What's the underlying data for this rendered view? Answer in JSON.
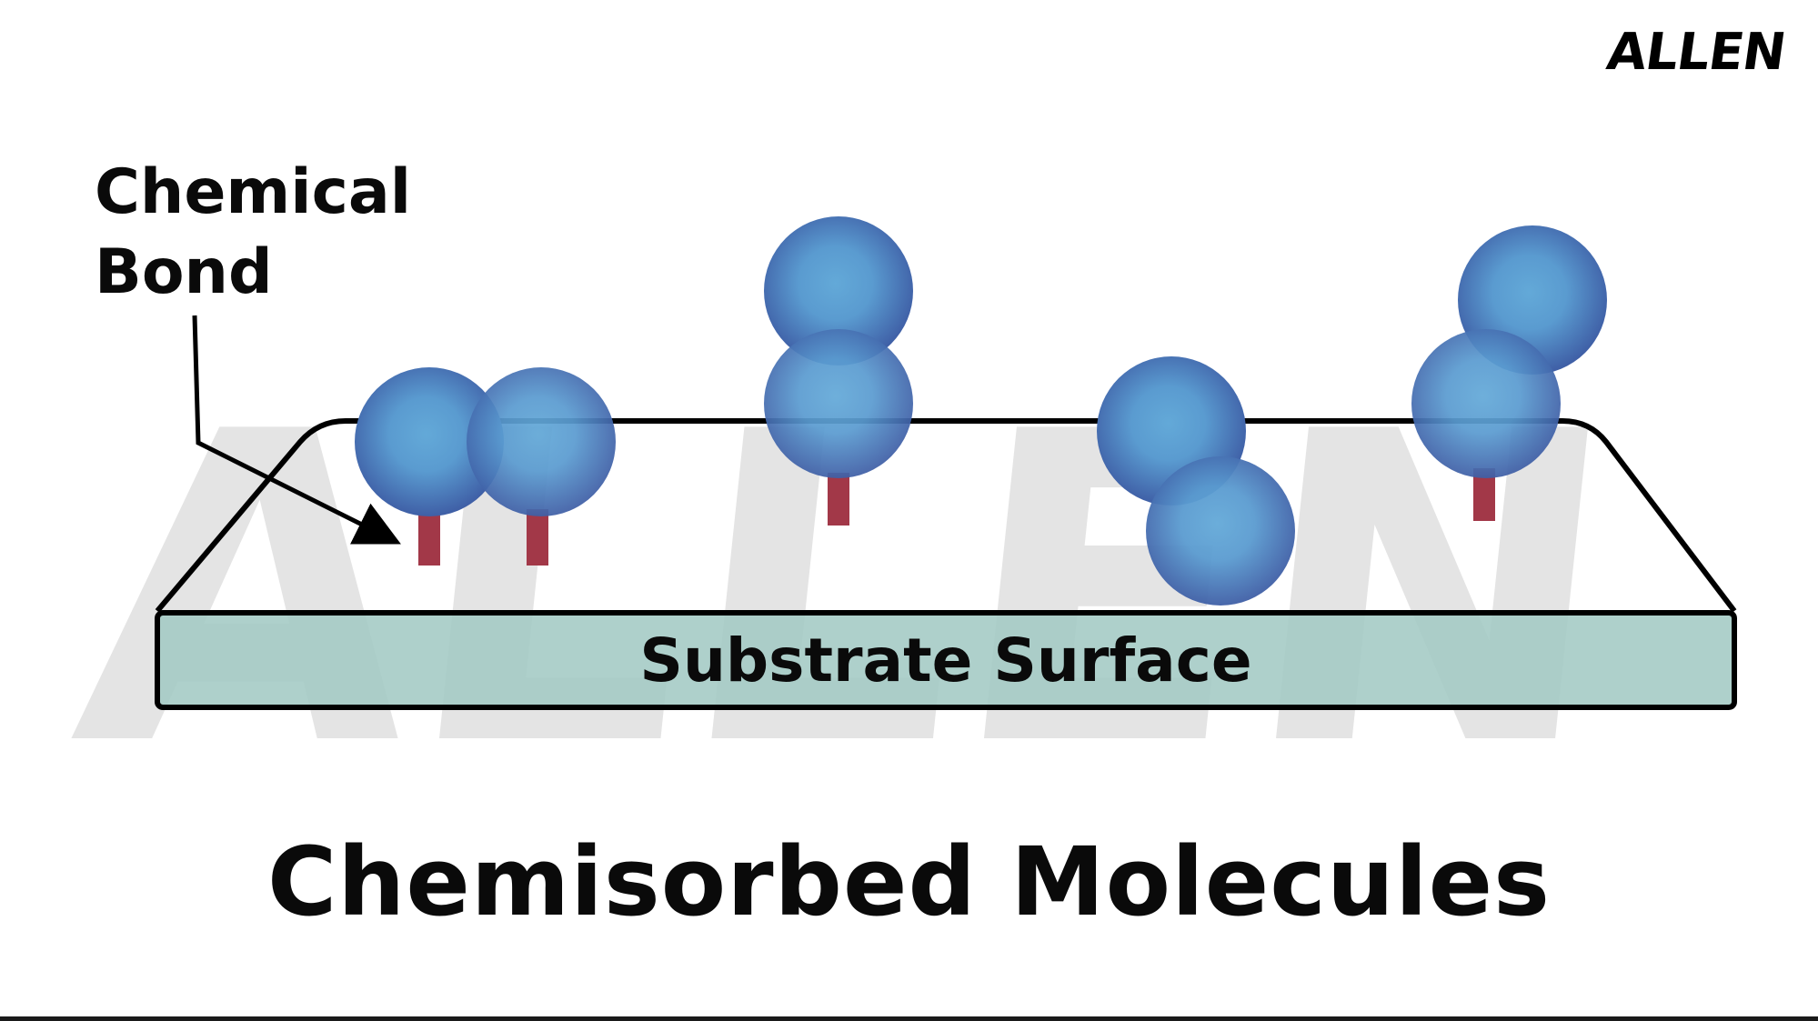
{
  "brand": {
    "logo_text": "ALLEN",
    "watermark_text": "ALLEN"
  },
  "labels": {
    "bond_line1": "Chemical",
    "bond_line2": "Bond",
    "surface": "Substrate Surface"
  },
  "title": "Chemisorbed Molecules",
  "colors": {
    "atom_center": "#63a9d8",
    "atom_edge": "#3f5fa6",
    "bond": "#a23848",
    "surface_fill": "#a3c9c4",
    "watermark": "#dcdcdc",
    "outline": "#000000"
  }
}
